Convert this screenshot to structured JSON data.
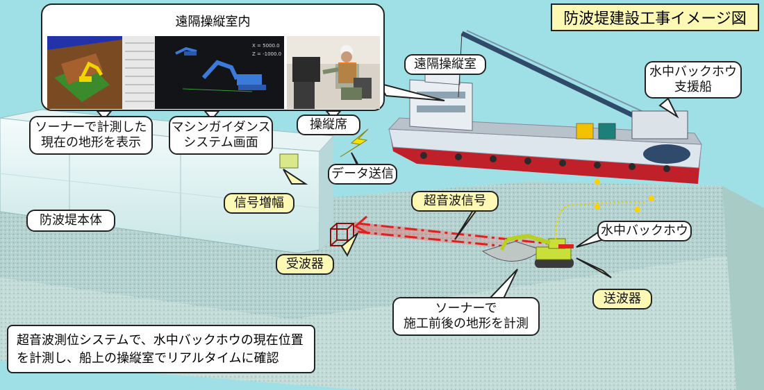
{
  "title": "防波堤建設工事イメージ図",
  "control_room_panel": {
    "title": "遠隔操縦室内",
    "screen_readout": [
      "X = 5000.0",
      "Z = -1000.0"
    ]
  },
  "labels": {
    "sonar_display": [
      "ソーナーで計測した",
      "現在の地形を表示"
    ],
    "machine_guidance": [
      "マシンガイダンス",
      "システム画面"
    ],
    "operator_seat": "操縦席",
    "remote_room": "遠隔操縦室",
    "support_ship": [
      "水中バックホウ",
      "支援船"
    ],
    "data_transmission": "データ送信",
    "signal_amplifier": "信号増幅",
    "breakwater_body": "防波堤本体",
    "ultrasonic_signal": "超音波信号",
    "underwater_backhoe": "水中バックホウ",
    "receiver": "受波器",
    "transmitter": "送波器",
    "sonar_survey": [
      "ソーナーで",
      "施工前後の地形を計測"
    ]
  },
  "note": [
    "超音波測位システムで、水中バックホウの現在位置",
    "を計測し、船上の操縦室でリアルタイムに確認"
  ],
  "colors": {
    "water": "#9fe0e6",
    "callout_yellow": "#fdf8b4",
    "signal": "#e02020",
    "hull": "#c0202a"
  }
}
